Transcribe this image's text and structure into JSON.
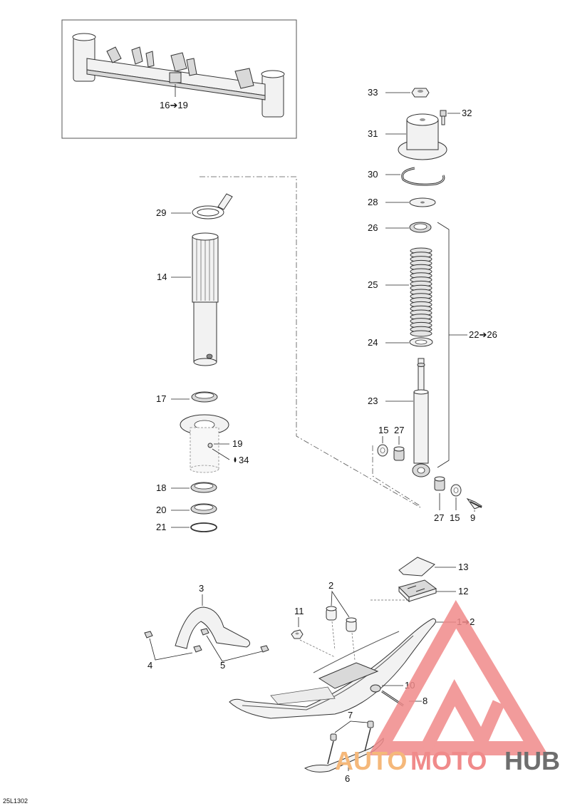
{
  "diagram_code": "25L1302",
  "callouts": {
    "c1_2": "1➔2",
    "c2": "2",
    "c3": "3",
    "c4": "4",
    "c5": "5",
    "c6": "6",
    "c7": "7",
    "c8": "8",
    "c9": "9",
    "c10": "10",
    "c11": "11",
    "c12": "12",
    "c13": "13",
    "c14": "14",
    "c15a": "15",
    "c15b": "15",
    "c16_19": "16➔19",
    "c17": "17",
    "c18": "18",
    "c19": "19",
    "c20": "20",
    "c21": "21",
    "c22_26": "22➔26",
    "c23": "23",
    "c24": "24",
    "c25": "25",
    "c26": "26",
    "c27a": "27",
    "c27b": "27",
    "c28": "28",
    "c29": "29",
    "c30": "30",
    "c31": "31",
    "c32": "32",
    "c33": "33",
    "c34": "34"
  },
  "watermark": {
    "part1": "AUTO",
    "part2": "MOTO",
    "part3": "HUB",
    "color_red": "#f08a8a",
    "color_orange": "#f5b87a",
    "color_gray": "#6e6e6e"
  }
}
